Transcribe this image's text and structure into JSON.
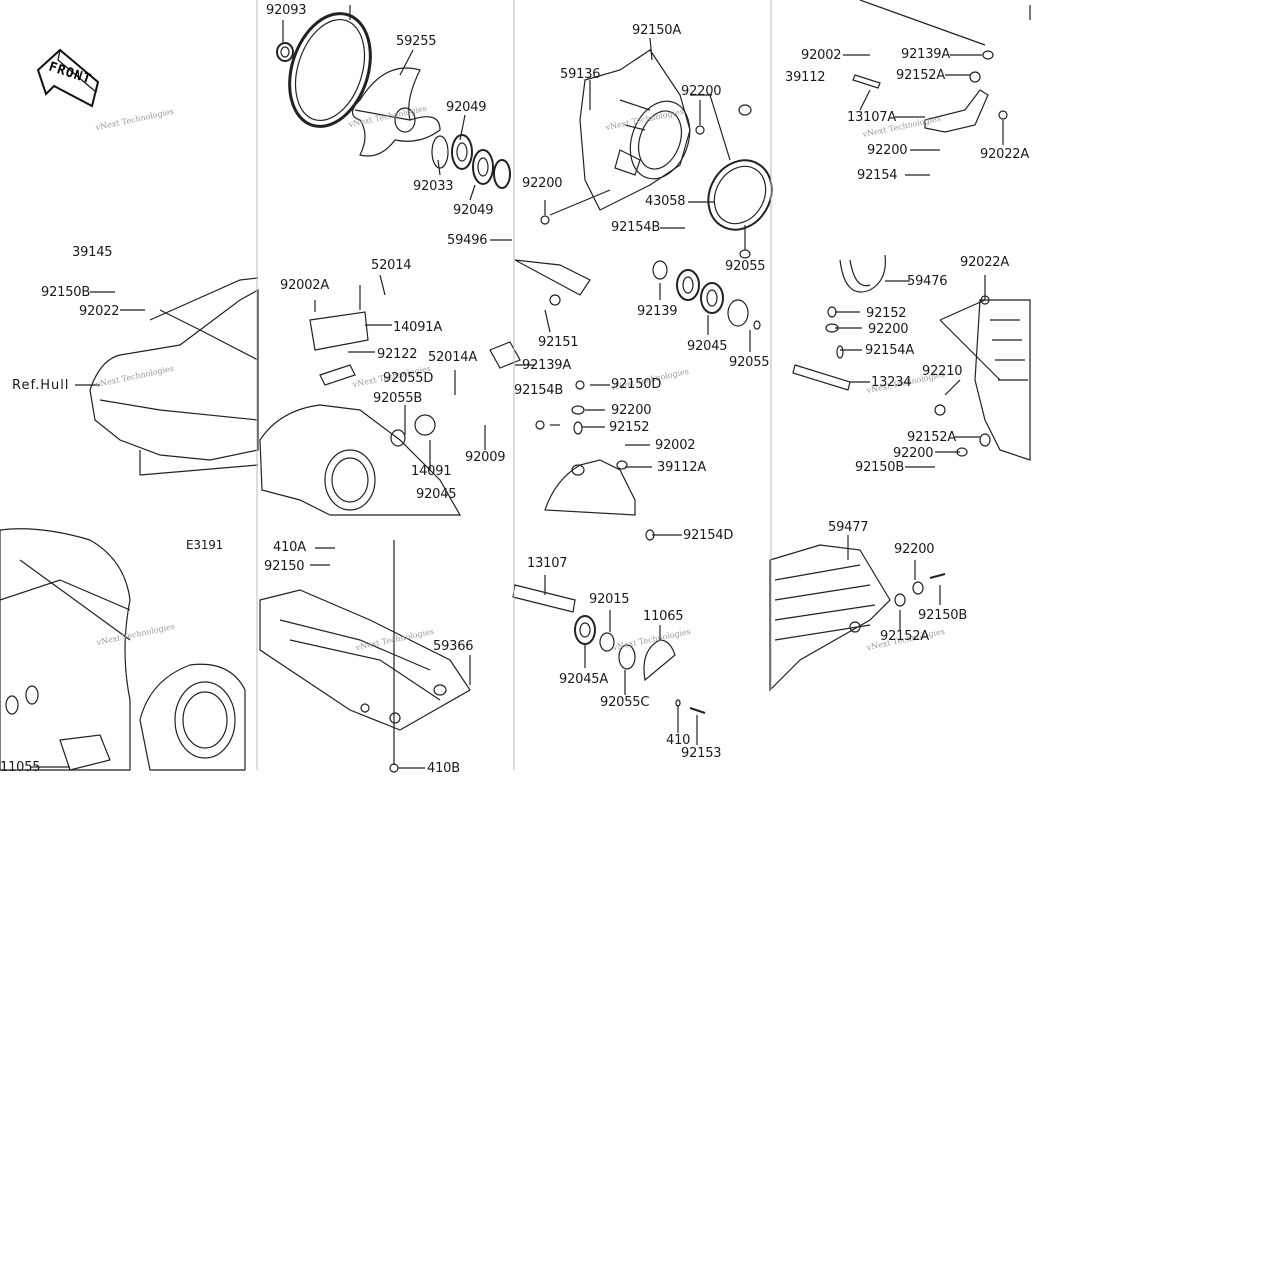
{
  "orientation": {
    "front_label": "FRONT"
  },
  "reference": {
    "hull_label": "Ref.Hull",
    "code": "E3191"
  },
  "watermark": "vNext Technologies",
  "part_numbers": {
    "p92093": "92093",
    "p59255": "59255",
    "p92049a": "92049",
    "p92049b": "92049",
    "p92033": "92033",
    "p92150A": "92150A",
    "p59136": "59136",
    "p92200a": "92200",
    "p92200b": "92200",
    "p43058": "43058",
    "p92154B": "92154B",
    "p59496": "59496",
    "p92055": "92055",
    "p92139": "92139",
    "p92045": "92045",
    "p92055b": "92055",
    "p92151": "92151",
    "p92002a": "92002",
    "p92139A": "92139A",
    "p39112": "39112",
    "p92152A": "92152A",
    "p13107A": "13107A",
    "p92200c": "92200",
    "p92022A": "92022A",
    "p92154": "92154",
    "p39145": "39145",
    "p92150B": "92150B",
    "p92022": "92022",
    "p92002A": "92002A",
    "p52014": "52014",
    "p14091A": "14091A",
    "p92122": "92122",
    "p92055D": "92055D",
    "p92055B": "92055B",
    "p52014A": "52014A",
    "p14091": "14091",
    "p92009": "92009",
    "p92045b": "92045",
    "p92139Ab": "92139A",
    "p92154Bb": "92154B",
    "p92150D": "92150D",
    "p92200d": "92200",
    "p92152": "92152",
    "p92002b": "92002",
    "p39112A": "39112A",
    "p59476": "59476",
    "p92152b": "92152",
    "p92200e": "92200",
    "p92154A": "92154A",
    "p13234": "13234",
    "p92210": "92210",
    "p92022Ab": "92022A",
    "p92152Ab": "92152A",
    "p92200f": "92200",
    "p92150Bb": "92150B",
    "p410A": "410A",
    "p92150": "92150",
    "p59366": "59366",
    "p410B": "410B",
    "p92154D": "92154D",
    "p13107": "13107",
    "p92015": "92015",
    "p11065": "11065",
    "p92045A": "92045A",
    "p92055C": "92055C",
    "p410": "410",
    "p92153": "92153",
    "p59477": "59477",
    "p92200g": "92200",
    "p92150Bc": "92150B",
    "p92152Ac": "92152A",
    "p11055": "11055"
  }
}
